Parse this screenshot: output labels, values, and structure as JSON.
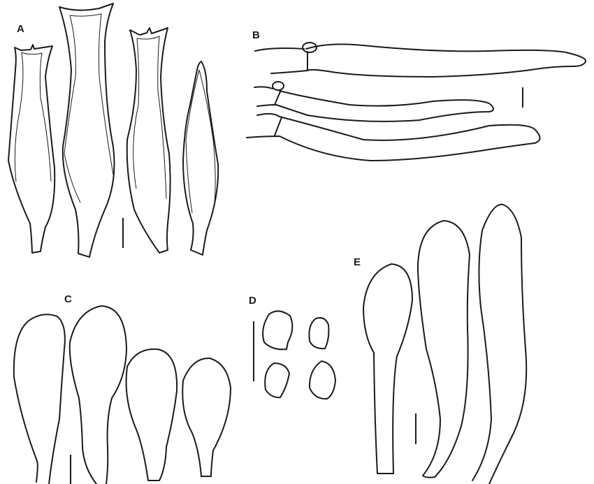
{
  "figure": {
    "panels": [
      {
        "id": "A",
        "label": "A",
        "description": "Four cystidia with apical crystals/projections and thickened walls",
        "count": 4
      },
      {
        "id": "B",
        "label": "B",
        "description": "Three elongate terminal hyphae with clamp connections",
        "count": 3
      },
      {
        "id": "C",
        "label": "C",
        "description": "Four clavate cells",
        "count": 4
      },
      {
        "id": "D",
        "label": "D",
        "description": "Four basidiospores",
        "count": 4
      },
      {
        "id": "E",
        "label": "E",
        "description": "Three long clavate cells",
        "count": 3
      }
    ],
    "scale_bars": [
      "A",
      "B",
      "C",
      "D",
      "E"
    ],
    "colors": {
      "line": "#1a1a1a",
      "background": "#ffffff"
    }
  }
}
